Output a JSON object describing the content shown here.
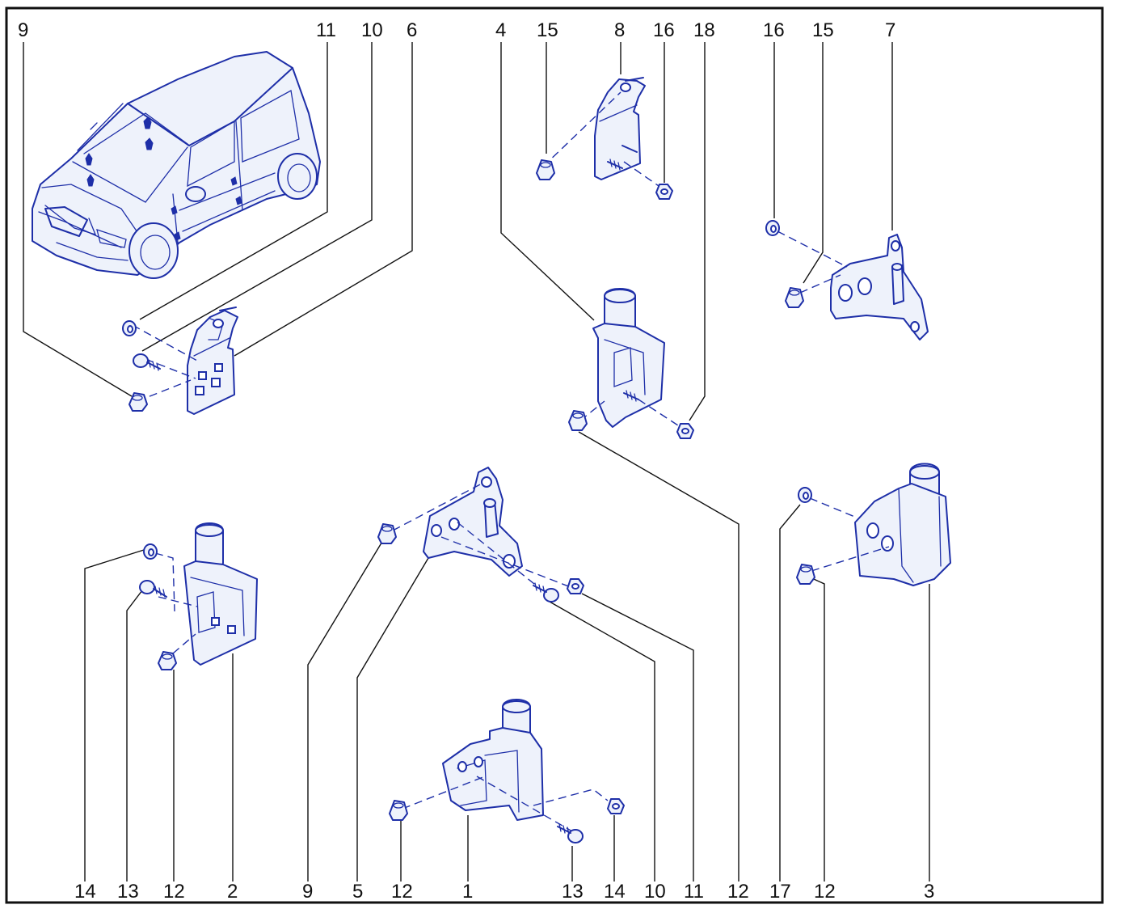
{
  "labels": {
    "top": [
      {
        "id": "t1",
        "text": "9"
      },
      {
        "id": "t2",
        "text": "11"
      },
      {
        "id": "t3",
        "text": "10"
      },
      {
        "id": "t4",
        "text": "6"
      },
      {
        "id": "t5",
        "text": "4"
      },
      {
        "id": "t6",
        "text": "15"
      },
      {
        "id": "t7",
        "text": "8"
      },
      {
        "id": "t8",
        "text": "16"
      },
      {
        "id": "t9",
        "text": "18"
      },
      {
        "id": "t10",
        "text": "16"
      },
      {
        "id": "t11",
        "text": "15"
      },
      {
        "id": "t12",
        "text": "7"
      }
    ],
    "bottom": [
      {
        "id": "b1",
        "text": "14"
      },
      {
        "id": "b2",
        "text": "13"
      },
      {
        "id": "b3",
        "text": "12"
      },
      {
        "id": "b4",
        "text": "2"
      },
      {
        "id": "b5",
        "text": "9"
      },
      {
        "id": "b6",
        "text": "5"
      },
      {
        "id": "b7",
        "text": "12"
      },
      {
        "id": "b8",
        "text": "1"
      },
      {
        "id": "b9",
        "text": "13"
      },
      {
        "id": "b10",
        "text": "14"
      },
      {
        "id": "b11",
        "text": "10"
      },
      {
        "id": "b12",
        "text": "11"
      },
      {
        "id": "b13",
        "text": "12"
      },
      {
        "id": "b14",
        "text": "17"
      },
      {
        "id": "b15",
        "text": "12"
      },
      {
        "id": "b16",
        "text": "3"
      }
    ]
  },
  "colors": {
    "drawing": "#1e2fa8",
    "fill": "#eef2fb",
    "text": "#111111",
    "background": "#ffffff"
  }
}
